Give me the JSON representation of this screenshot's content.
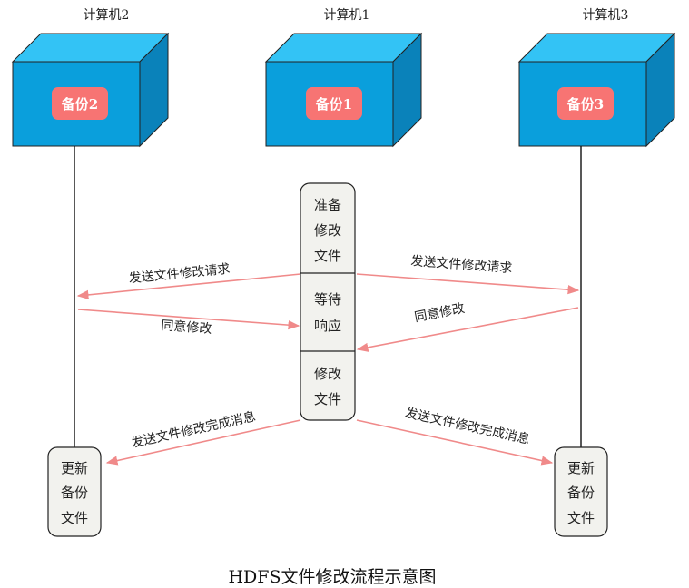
{
  "computers": {
    "left": {
      "title": "计算机2",
      "tag": "备份2"
    },
    "middle": {
      "title": "计算机1",
      "tag": "备份1"
    },
    "right": {
      "title": "计算机3",
      "tag": "备份3"
    }
  },
  "center_box": {
    "step1": [
      "准备",
      "修改",
      "文件"
    ],
    "step2": [
      "等待",
      "响应"
    ],
    "step3": [
      "修改",
      "文件"
    ]
  },
  "update_box": [
    "更新",
    "备份",
    "文件"
  ],
  "messages": {
    "request_left": "发送文件修改请求",
    "request_right": "发送文件修改请求",
    "agree_left": "同意修改",
    "agree_right": "同意修改",
    "done_left": "发送文件修改完成消息",
    "done_right": "发送文件修改完成消息"
  },
  "caption": "HDFS文件修改流程示意图",
  "colors": {
    "cube_front": "#0a9fdc",
    "cube_top": "#33c3f5",
    "cube_side": "#0a82ba",
    "tag_fill": "#f77473",
    "arrow": "#f08a8a",
    "box_fill": "#f2f2ee"
  }
}
